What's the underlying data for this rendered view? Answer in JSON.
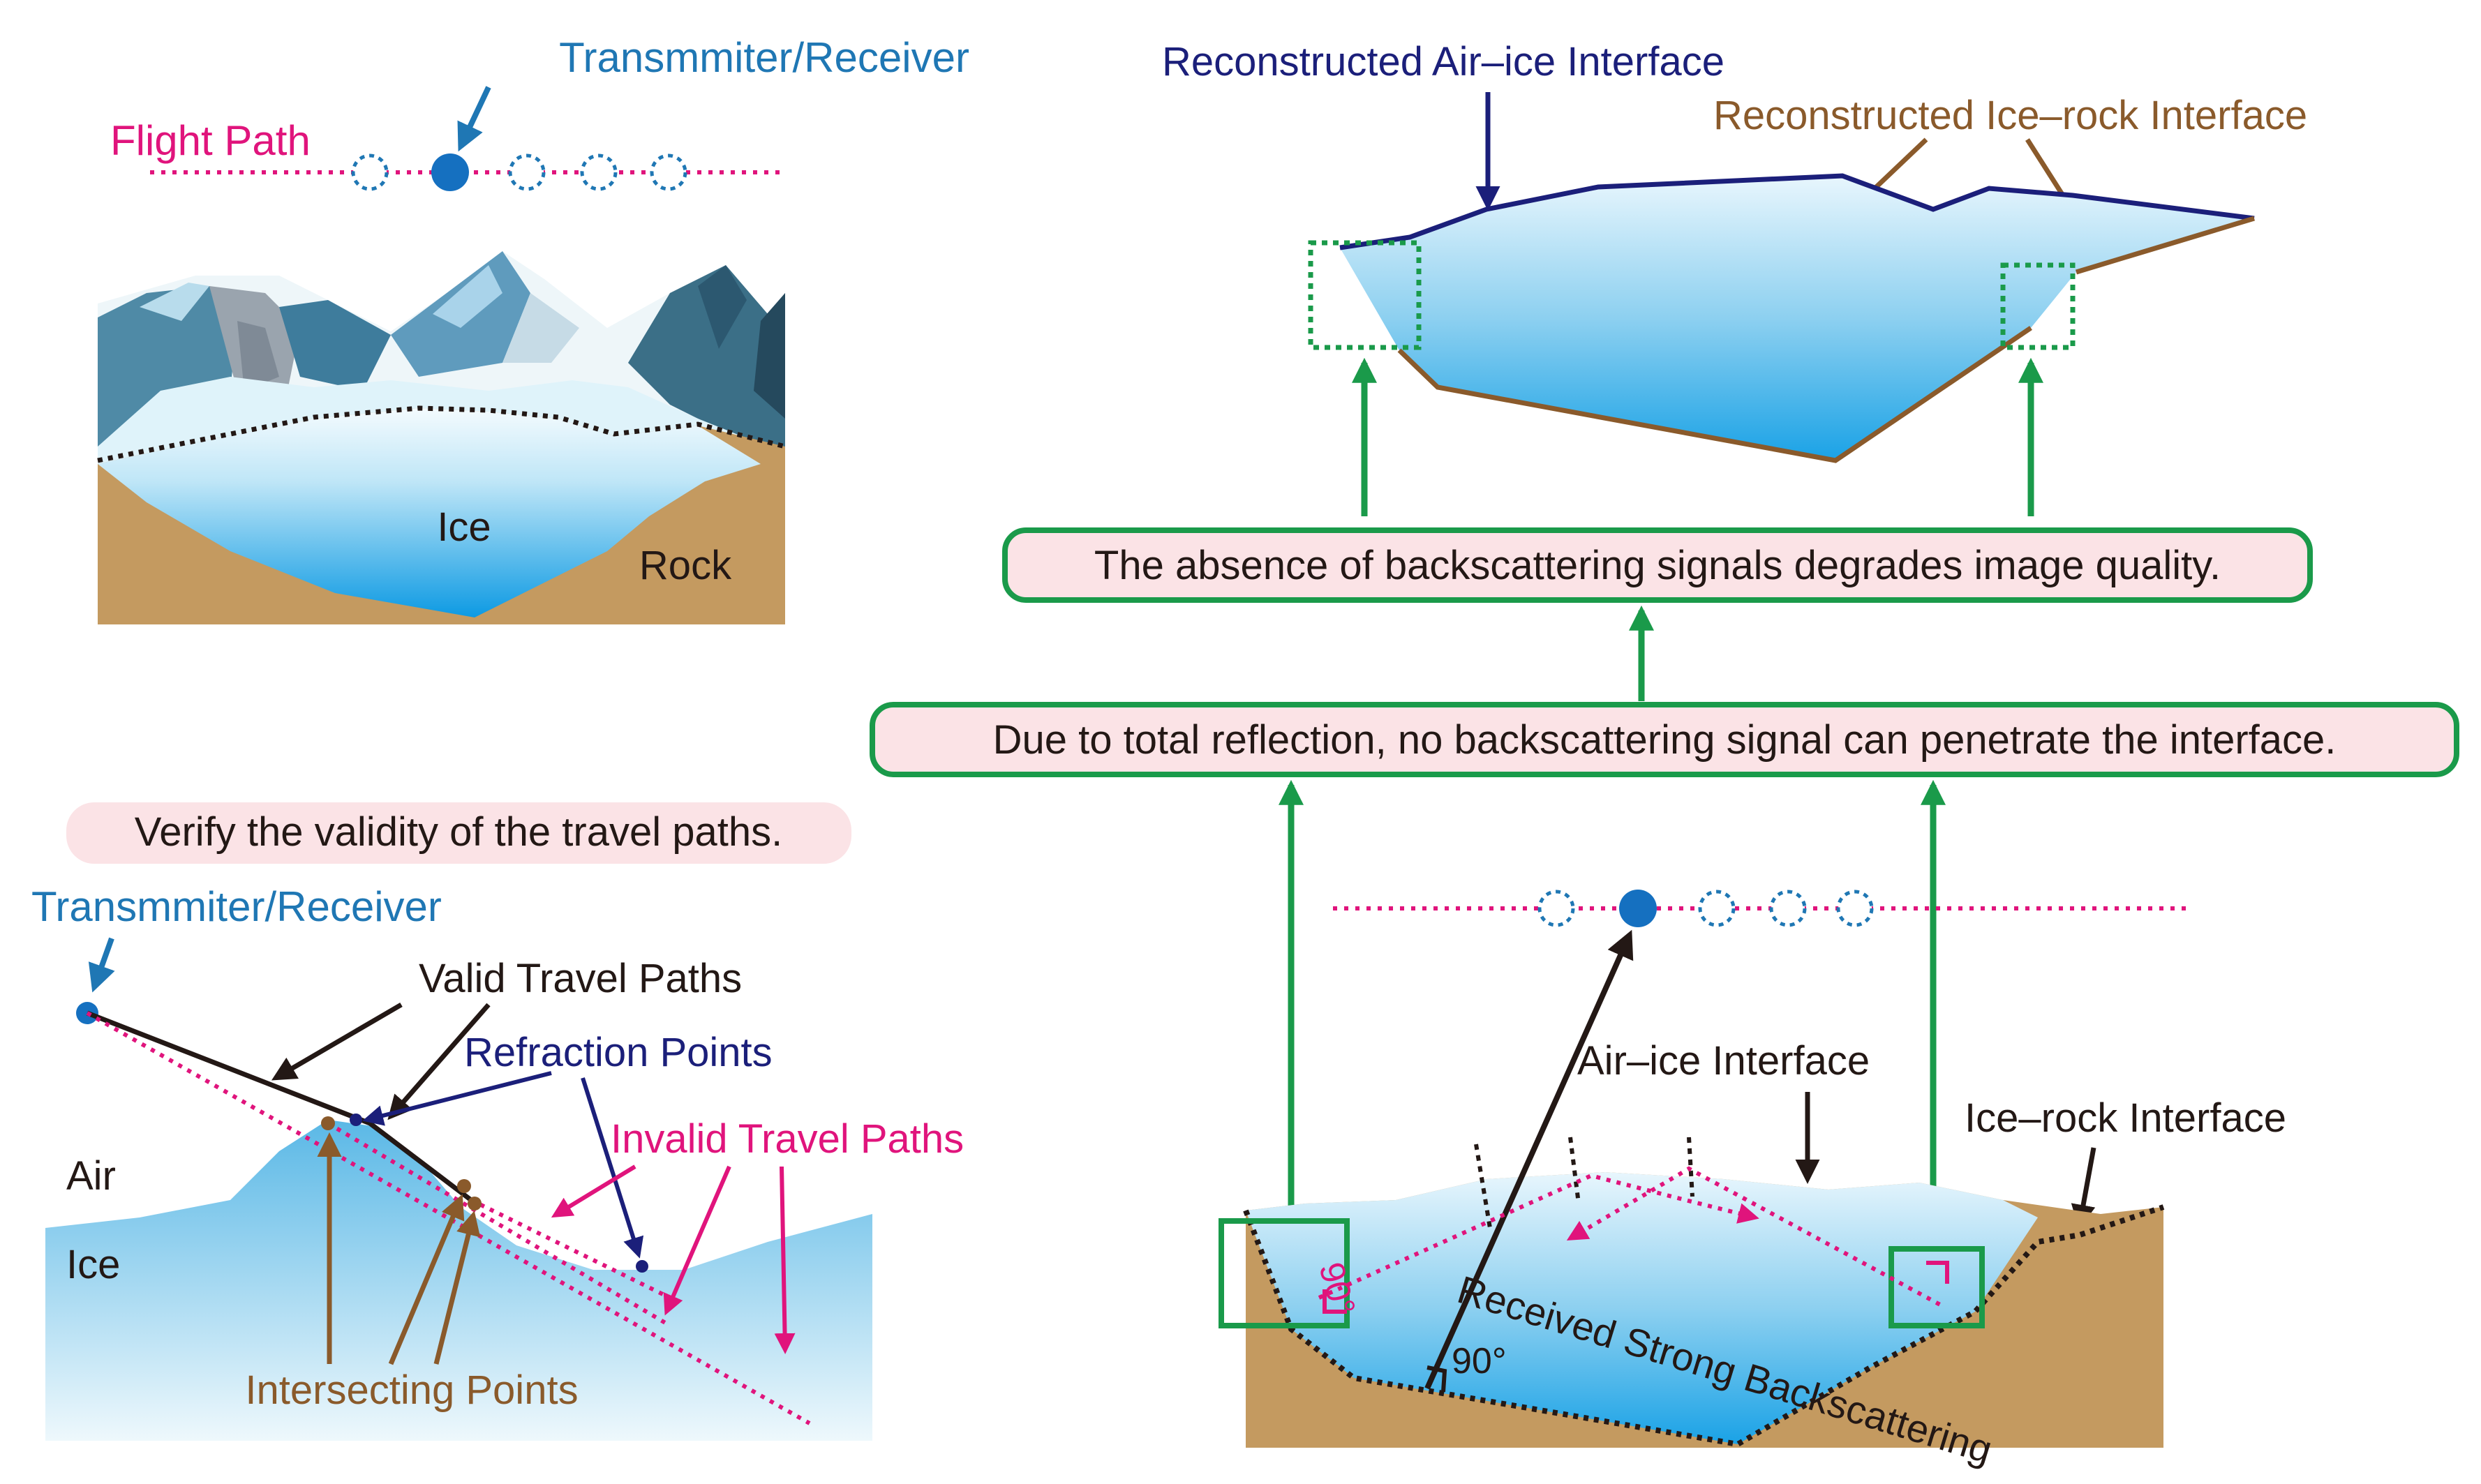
{
  "top_left_panel": {
    "transmitter_label": "Transmmiter/Receiver",
    "flight_path_label": "Flight Path",
    "ice_label": "Ice",
    "rock_label": "Rock"
  },
  "bottom_left_panel": {
    "verify_label": "Verify the validity of the travel paths.",
    "transmitter_label": "Transmmiter/Receiver",
    "valid_paths_label": "Valid Travel Paths",
    "refraction_points_label": "Refraction Points",
    "invalid_paths_label": "Invalid Travel Paths",
    "air_label": "Air",
    "ice_label": "Ice",
    "intersecting_points_label": "Intersecting Points"
  },
  "top_right_panel": {
    "air_ice_label": "Reconstructed Air–ice Interface",
    "ice_rock_label": "Reconstructed Ice–rock Interface"
  },
  "flow": {
    "box_upper": "The absence of backscattering signals degrades image quality.",
    "box_lower": "Due to total reflection, no backscattering signal can penetrate the interface."
  },
  "bottom_right_panel": {
    "air_ice_label": "Air–ice Interface",
    "ice_rock_label": "Ice–rock Interface",
    "angle_left": "90°",
    "angle_bottom": "90°",
    "received_label": "Received Strong Backscattering"
  },
  "colors": {
    "blue_label": "#1f77b4",
    "magenta": "#e0147c",
    "navy": "#1b1f7a",
    "brown": "#8a5a2b",
    "green": "#1a9a4a",
    "rock": "#c49a60",
    "box_fill": "#fbe3e6"
  }
}
